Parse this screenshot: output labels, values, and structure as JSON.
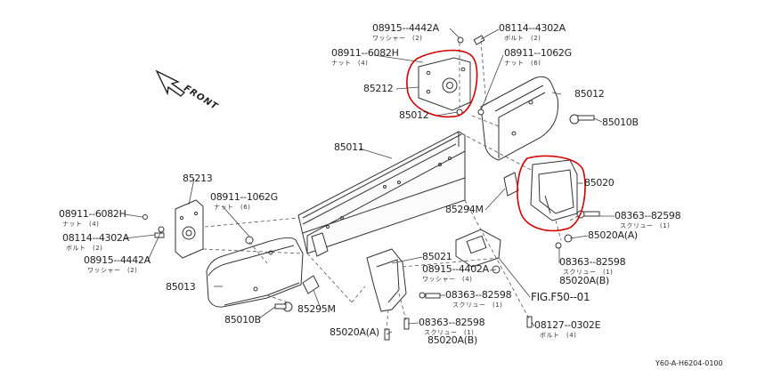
{
  "front_label": "FRONT",
  "figure_code": "Y60-A-H6204-0100",
  "highlight_color": "#d40000",
  "parts": [
    {
      "id": "p1",
      "num": "08915--4442A",
      "sub": "ワッシャー　(2)"
    },
    {
      "id": "p2",
      "num": "08114--4302A",
      "sub": "ボルト　(2)"
    },
    {
      "id": "p3",
      "num": "08911--6082H",
      "sub": "ナット　(4)"
    },
    {
      "id": "p4",
      "num": "08911--1062G",
      "sub": "ナット　(6)"
    },
    {
      "id": "p5",
      "num": "85212",
      "sub": ""
    },
    {
      "id": "p6",
      "num": "85012",
      "sub": ""
    },
    {
      "id": "p7",
      "num": "85012",
      "sub": ""
    },
    {
      "id": "p8",
      "num": "85010B",
      "sub": ""
    },
    {
      "id": "p9",
      "num": "85011",
      "sub": ""
    },
    {
      "id": "p10",
      "num": "85020",
      "sub": ""
    },
    {
      "id": "p11",
      "num": "85213",
      "sub": ""
    },
    {
      "id": "p12",
      "num": "08911--1062G",
      "sub": "ナット　(6)"
    },
    {
      "id": "p13",
      "num": "08911--6082H",
      "sub": "ナット　(4)"
    },
    {
      "id": "p14",
      "num": "08114--4302A",
      "sub": "ボルト　(2)"
    },
    {
      "id": "p15",
      "num": "08915--4442A",
      "sub": "ワッシャー　(2)"
    },
    {
      "id": "p16",
      "num": "85294M",
      "sub": ""
    },
    {
      "id": "p17",
      "num": "08363--82598",
      "sub": "スクリュー　(1)"
    },
    {
      "id": "p18",
      "num": "85020A(A)",
      "sub": ""
    },
    {
      "id": "p19",
      "num": "08363--82598",
      "sub": "スクリュー　(1)"
    },
    {
      "id": "p20",
      "num": "85020A(B)",
      "sub": ""
    },
    {
      "id": "p21",
      "num": "85021",
      "sub": ""
    },
    {
      "id": "p22",
      "num": "08915--4402A",
      "sub": "ワッシャー　(4)"
    },
    {
      "id": "p23",
      "num": "08363--82598",
      "sub": "スクリュー　(1)"
    },
    {
      "id": "p24",
      "num": "FIG.F50--01",
      "sub": ""
    },
    {
      "id": "p25",
      "num": "85013",
      "sub": ""
    },
    {
      "id": "p26",
      "num": "85295M",
      "sub": ""
    },
    {
      "id": "p27",
      "num": "85010B",
      "sub": ""
    },
    {
      "id": "p28",
      "num": "85020A(A)",
      "sub": ""
    },
    {
      "id": "p29",
      "num": "08363--82598",
      "sub": "スクリュー　(1)"
    },
    {
      "id": "p30",
      "num": "85020A(B)",
      "sub": ""
    },
    {
      "id": "p31",
      "num": "08127--0302E",
      "sub": "ボルト　(4)"
    }
  ]
}
